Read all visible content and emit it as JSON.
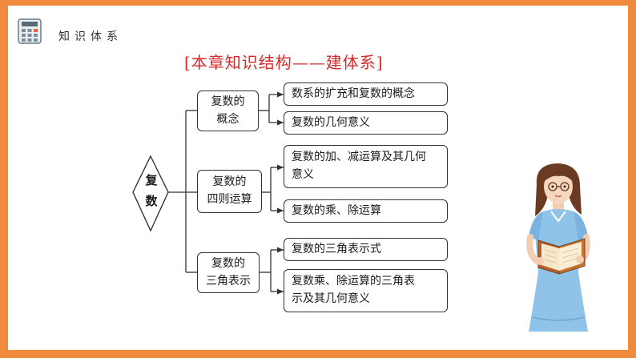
{
  "header": {
    "title": "知识体系",
    "icon": "calculator-icon"
  },
  "title": "[本章知识结构——建体系]",
  "root": {
    "label": [
      "复",
      "数"
    ]
  },
  "branches": [
    {
      "label": [
        "复数的",
        "概念"
      ],
      "leaves": [
        "数系的扩充和复数的概念",
        "复数的几何意义"
      ]
    },
    {
      "label": [
        "复数的",
        "四则运算"
      ],
      "leaves": [
        [
          "复数的加、减运算及其几何",
          "意义"
        ],
        "复数的乘、除运算"
      ]
    },
    {
      "label": [
        "复数的",
        "三角表示"
      ],
      "leaves": [
        "复数的三角表示式",
        [
          "复数乘、除运算的三角表",
          "示及其几何意义"
        ]
      ]
    }
  ],
  "colors": {
    "border": "#f08a3c",
    "title": "#d22b2b",
    "line": "#333333"
  }
}
